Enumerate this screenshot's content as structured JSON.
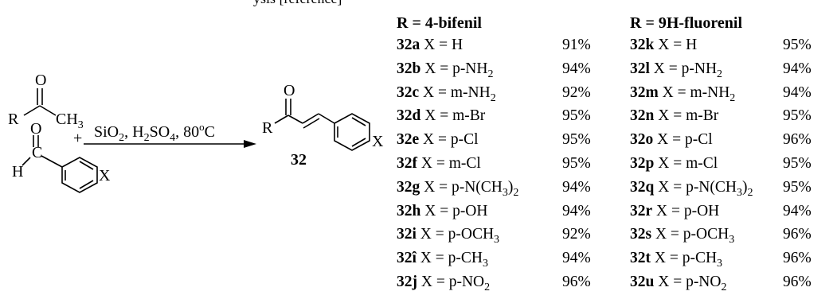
{
  "header_fragment": "ysis [reference]",
  "reaction": {
    "reactant1": {
      "atoms": {
        "O": "O",
        "R": "R",
        "CH3": "CH",
        "CH3_sub": "3"
      }
    },
    "plus": "+",
    "reactant2": {
      "atoms": {
        "O": "O",
        "C": "C",
        "H": "H",
        "X": "X"
      }
    },
    "conditions": {
      "prefix": "SiO",
      "sub1": "2",
      "mid": ", H",
      "sub2": "2",
      "mid2": "SO",
      "sub3": "4",
      "temp": ", 80",
      "sup": "o",
      "unit": "C"
    },
    "product": {
      "label": "32",
      "atoms": {
        "O": "O",
        "R": "R",
        "X": "X"
      }
    }
  },
  "table": {
    "left": {
      "header": "R = 4-bifenil",
      "rows": [
        {
          "cmp": "32a",
          "pre": "X = H",
          "sub": "",
          "post": "",
          "yield": "91%"
        },
        {
          "cmp": "32b",
          "pre": "X = p-NH",
          "sub": "2",
          "post": "",
          "yield": "94%"
        },
        {
          "cmp": "32c",
          "pre": "X = m-NH",
          "sub": "2",
          "post": "",
          "yield": "92%"
        },
        {
          "cmp": "32d",
          "pre": "X = m-Br",
          "sub": "",
          "post": "",
          "yield": "95%"
        },
        {
          "cmp": "32e",
          "pre": "X = p-Cl",
          "sub": "",
          "post": "",
          "yield": "95%"
        },
        {
          "cmp": "32f",
          "pre": "X = m-Cl",
          "sub": "",
          "post": "",
          "yield": "95%"
        },
        {
          "cmp": "32g",
          "pre": "X = p-N(CH",
          "sub": "3",
          "post": ")",
          "sub2": "2",
          "yield": "94%"
        },
        {
          "cmp": "32h",
          "pre": "X = p-OH",
          "sub": "",
          "post": "",
          "yield": "94%"
        },
        {
          "cmp": "32i",
          "pre": "X = p-OCH",
          "sub": "3",
          "post": "",
          "yield": "92%"
        },
        {
          "cmp": "32î",
          "pre": "X = p-CH",
          "sub": "3",
          "post": "",
          "yield": "94%"
        },
        {
          "cmp": "32j",
          "pre": "X = p-NO",
          "sub": "2",
          "post": "",
          "yield": "96%"
        }
      ]
    },
    "right": {
      "header": "R = 9H-fluorenil",
      "rows": [
        {
          "cmp": "32k",
          "pre": "X = H",
          "sub": "",
          "post": "",
          "yield": "95%"
        },
        {
          "cmp": "32l",
          "pre": "X = p-NH",
          "sub": "2",
          "post": "",
          "yield": "94%"
        },
        {
          "cmp": "32m",
          "pre": "X = m-NH",
          "sub": "2",
          "post": "",
          "yield": "94%"
        },
        {
          "cmp": "32n",
          "pre": "X = m-Br",
          "sub": "",
          "post": "",
          "yield": "95%"
        },
        {
          "cmp": "32o",
          "pre": "X = p-Cl",
          "sub": "",
          "post": "",
          "yield": "96%"
        },
        {
          "cmp": "32p",
          "pre": "X = m-Cl",
          "sub": "",
          "post": "",
          "yield": "95%"
        },
        {
          "cmp": "32q",
          "pre": "X = p-N(CH",
          "sub": "3",
          "post": ")",
          "sub2": "2",
          "yield": "95%"
        },
        {
          "cmp": "32r",
          "pre": "X = p-OH",
          "sub": "",
          "post": "",
          "yield": "94%"
        },
        {
          "cmp": "32s",
          "pre": "X = p-OCH",
          "sub": "3",
          "post": "",
          "yield": "96%"
        },
        {
          "cmp": "32t",
          "pre": "X = p-CH",
          "sub": "3",
          "post": "",
          "yield": "96%"
        },
        {
          "cmp": "32u",
          "pre": "X = p-NO",
          "sub": "2",
          "post": "",
          "yield": "96%"
        }
      ]
    }
  }
}
